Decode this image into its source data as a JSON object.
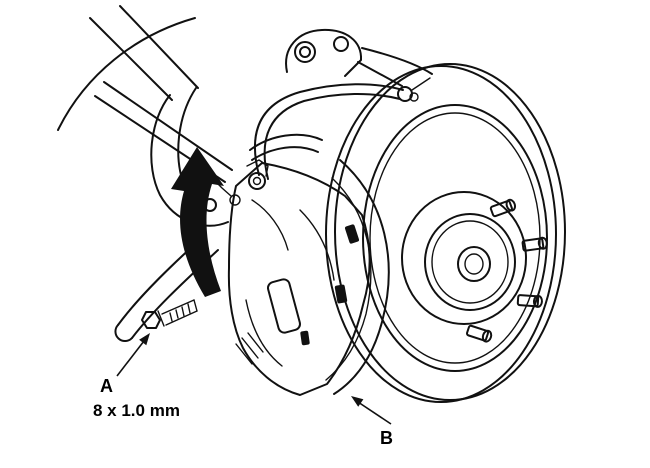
{
  "figure": {
    "ink": "#111111",
    "background": "#ffffff",
    "labels": {
      "a": "A",
      "a_spec": "8 x 1.0 mm",
      "b": "B"
    }
  }
}
